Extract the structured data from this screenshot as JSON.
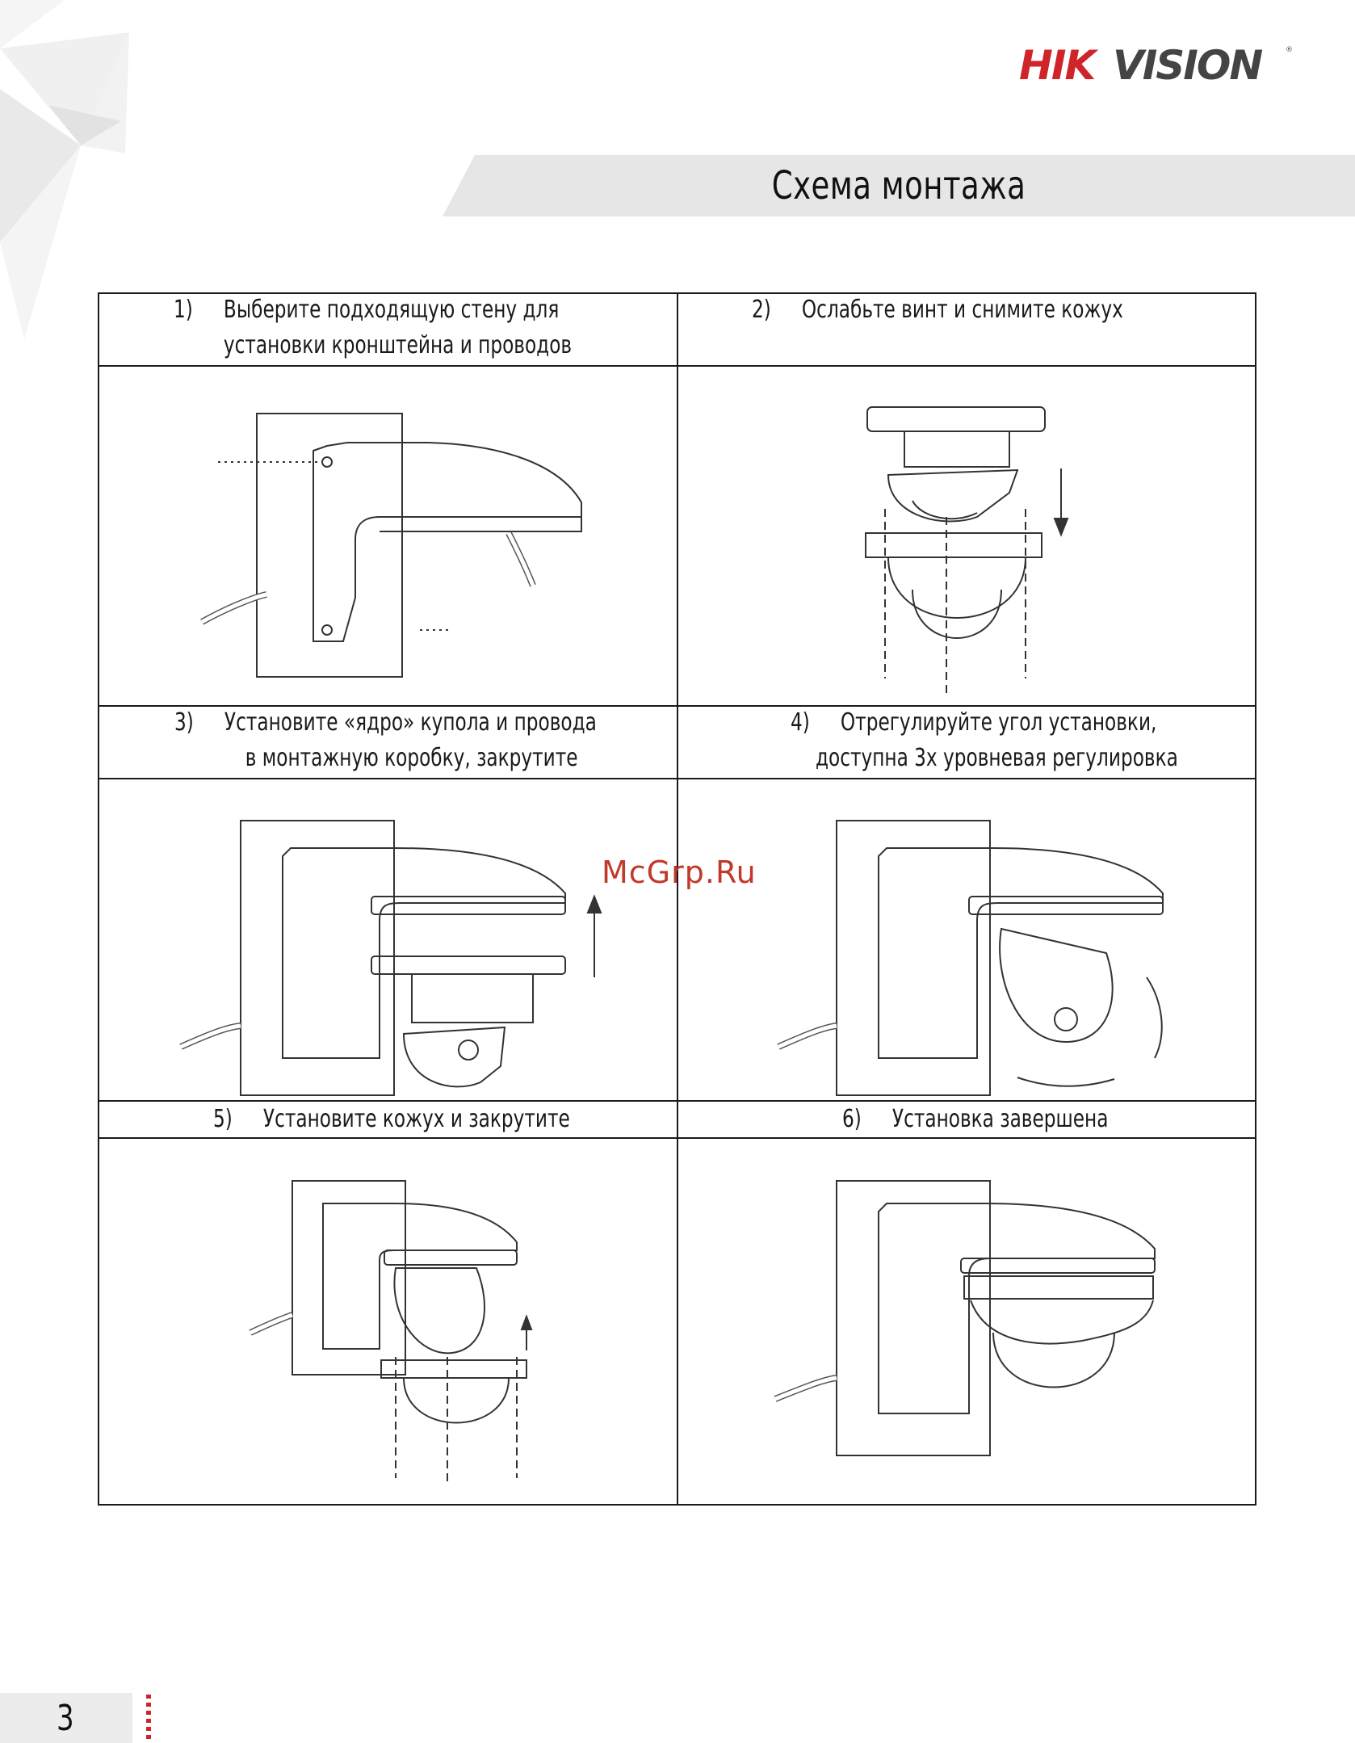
{
  "brand": {
    "name": "HIKVISION",
    "color": "#d0242b"
  },
  "title": "Схема монтажа",
  "steps": [
    {
      "num": "1)",
      "line1": "Выберите подходящую стену для",
      "line2": "установки кронштейна и проводов"
    },
    {
      "num": "2)",
      "line1": "Ослабьте винт и снимите кожух",
      "line2": ""
    },
    {
      "num": "3)",
      "line1": "Установите «ядро» купола и провода",
      "line2": "в монтажную коробку, закрутите"
    },
    {
      "num": "4)",
      "line1": "Отрегулируйте угол установки,",
      "line2": "доступна 3х уровневая регулировка"
    },
    {
      "num": "5)",
      "line1": "Установите кожух и закрутите",
      "line2": ""
    },
    {
      "num": "6)",
      "line1": "Установка завершена",
      "line2": ""
    }
  ],
  "watermark": "McGrp.Ru",
  "page_number": "3"
}
